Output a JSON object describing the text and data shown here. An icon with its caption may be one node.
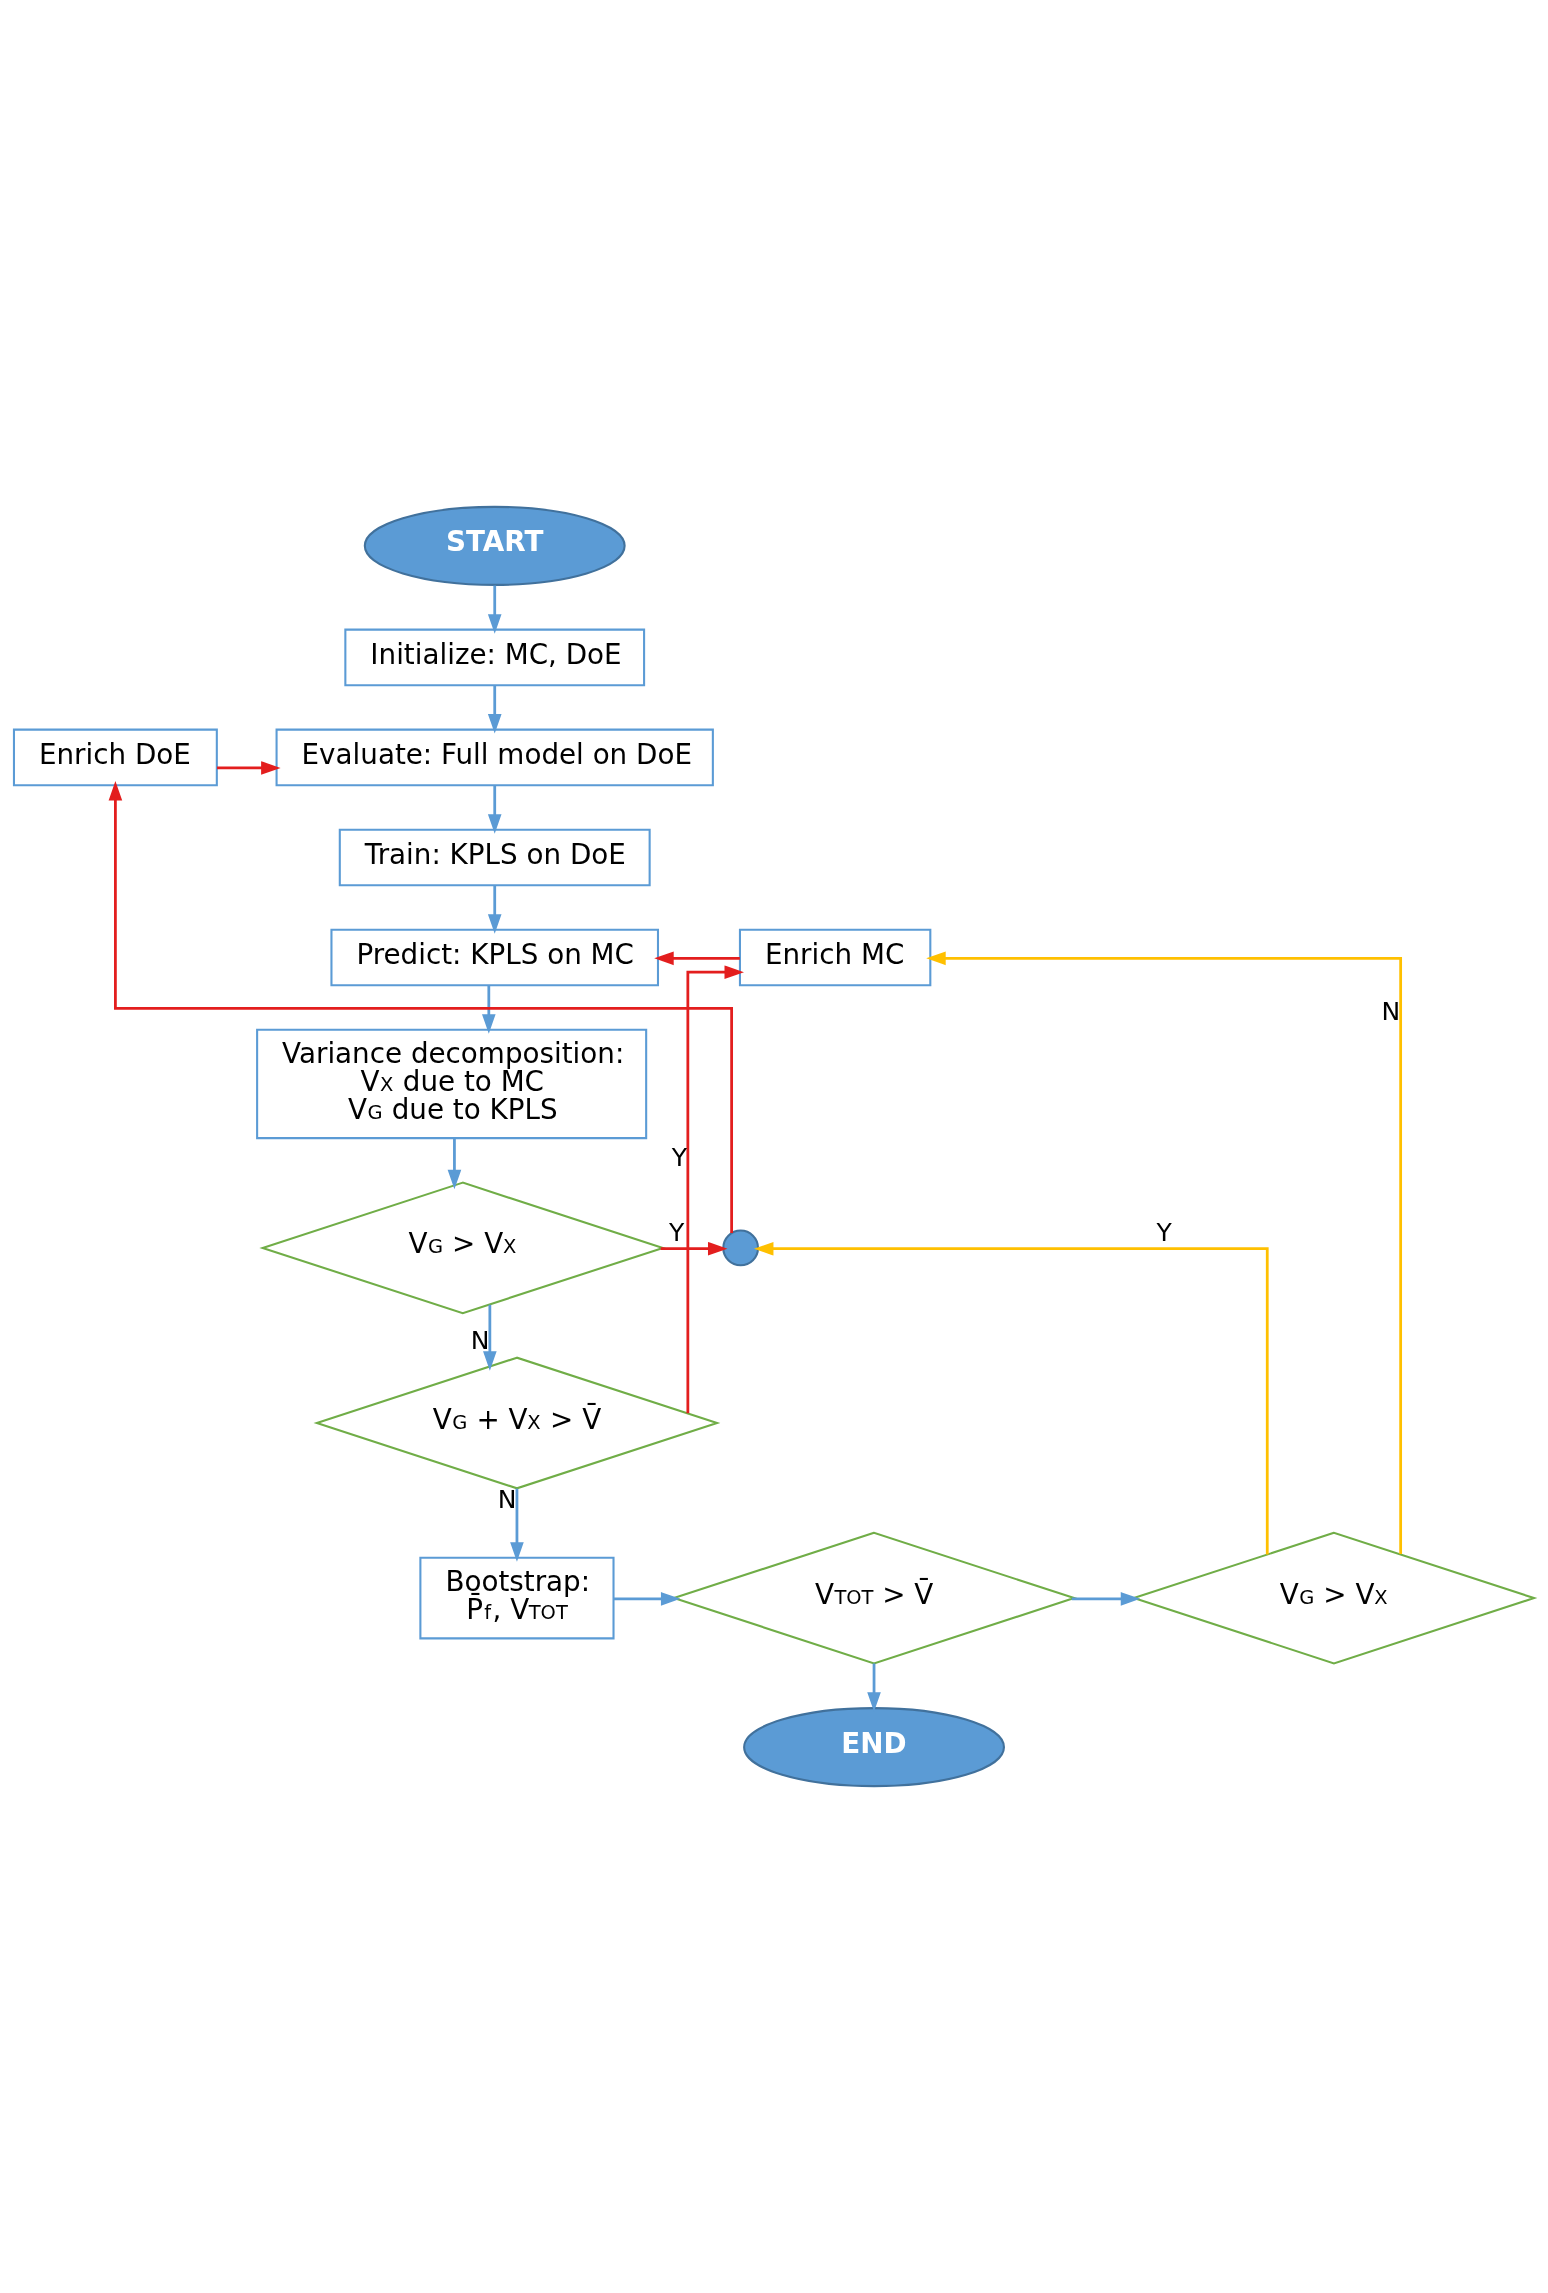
{
  "diagram": {
    "nodes": [
      {
        "text": [
          "START"
        ]
      },
      {
        "text": [
          "Initialize: MC, DoE"
        ]
      },
      {
        "text": [
          "Evaluate: Full model on DoE"
        ]
      },
      {
        "text": [
          "Train: KPLS on DoE"
        ]
      },
      {
        "text": [
          "Predict: KPLS on MC"
        ]
      },
      {
        "text": [
          "Variance decomposition:",
          "V$_{X}$ due to MC",
          "V$_{G}$ due to KPLS"
        ]
      },
      {
        "text": [
          "Enrich DoE"
        ]
      },
      {
        "text": [],
        "shape": "circle"
      },
      {
        "text": [
          "V$_{G}$ > V$_{X}$"
        ]
      },
      {
        "text": [
          "Enrich MC"
        ]
      },
      {
        "text": [
          "V$_{G}$ + V$_{X}$ > V̄"
        ]
      },
      {
        "text": [
          "Bootstrap:",
          "P̄$_{f}$, V$_{TOT}$"
        ]
      },
      {
        "text": [
          "V$_{TOT}$ > V̄"
        ]
      },
      {
        "text": [
          "V$_{G}$ > V$_{X}$"
        ]
      },
      {
        "text": [
          "END"
        ]
      }
    ],
    "edges": [
      {
        "from": 0,
        "to": 1,
        "arrow": "to"
      },
      {
        "from": 1,
        "to": 2,
        "arrow": "to"
      },
      {
        "from": 2,
        "to": 3,
        "arrow": "to"
      },
      {
        "from": 3,
        "to": 4,
        "arrow": "to"
      },
      {
        "from": 4,
        "to": 5,
        "arrow": "to"
      },
      {
        "from": 5,
        "to": 8,
        "arrow": "to"
      },
      {
        "from": 8,
        "to": 7,
        "arrow": "to",
        "label": "Y",
        "color": "#e31e1e"
      },
      {
        "from": 7,
        "to": 6,
        "arrow": "to",
        "color": "#e31e1e"
      },
      {
        "from": 6,
        "to": 2,
        "arrow": "to",
        "color": "#e31e1e"
      },
      {
        "from": 8,
        "to": 10,
        "arrow": "to",
        "label": "N"
      },
      {
        "from": 10,
        "to": 9,
        "arrow": "to",
        "label": "Y",
        "color": "#e31e1e"
      },
      {
        "from": 9,
        "to": 4,
        "arrow": "to",
        "color": "#e31e1e"
      },
      {
        "from": 10,
        "to": 11,
        "arrow": "to",
        "label": "N"
      },
      {
        "from": 11,
        "to": 12,
        "arrow": "to"
      },
      {
        "from": 12,
        "to": 14,
        "arrow": "to"
      },
      {
        "from": 12,
        "to": 13,
        "arrow": "to"
      },
      {
        "from": 13,
        "to": 7,
        "arrow": "to",
        "label": "Y",
        "color": "#ffc000"
      },
      {
        "from": 13,
        "to": 9,
        "arrow": "to",
        "label": "N",
        "color": "#ffc000"
      }
    ]
  }
}
